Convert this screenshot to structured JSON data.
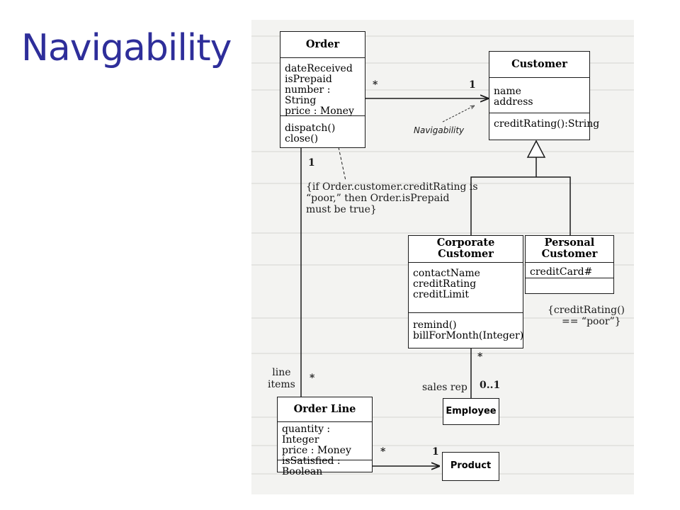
{
  "slide": {
    "title": "Navigability"
  },
  "classes": {
    "order": {
      "name": "Order",
      "attributes": [
        "dateReceived",
        "isPrepaid",
        "number : String",
        "price : Money"
      ],
      "operations": [
        "dispatch()",
        "close()"
      ]
    },
    "customer": {
      "name": "Customer",
      "attributes": [
        "name",
        "address"
      ],
      "operations": [
        "creditRating():String"
      ]
    },
    "corporate_customer": {
      "name_line1": "Corporate",
      "name_line2": "Customer",
      "attributes": [
        "contactName",
        "creditRating",
        "creditLimit"
      ],
      "operations": [
        "remind()",
        "billForMonth(Integer)"
      ]
    },
    "personal_customer": {
      "name_line1": "Personal",
      "name_line2": "Customer",
      "attributes": [
        "creditCard#"
      ]
    },
    "order_line": {
      "name": "Order Line",
      "attributes": [
        "quantity : Integer",
        "price : Money",
        "isSatisfied : Boolean"
      ]
    },
    "employee": {
      "name": "Employee"
    },
    "product": {
      "name": "Product"
    }
  },
  "multiplicities": {
    "order_customer_order_end": "*",
    "order_customer_customer_end": "1",
    "order_orderline_order_end": "1",
    "order_orderline_line_end": "*",
    "corp_employee_corp_end": "*",
    "corp_employee_employee_end": "0..1",
    "orderline_product_line_end": "*",
    "orderline_product_product_end": "1"
  },
  "labels": {
    "navigability": "Navigability",
    "order_constraint": [
      "{if Order.customer.creditRating is",
      "“poor,” then Order.isPrepaid",
      "must be true}"
    ],
    "personal_constraint": [
      "{creditRating()",
      "== “poor”}"
    ],
    "role_line_items": [
      "line",
      "items"
    ],
    "role_sales_rep": "sales rep"
  }
}
